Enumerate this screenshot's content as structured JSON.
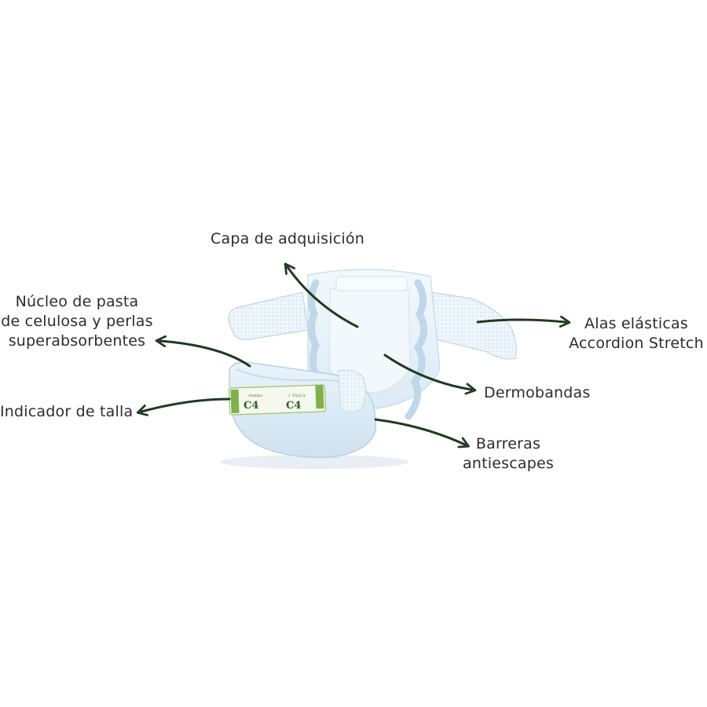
{
  "labels": {
    "capa": [
      "Capa de adquisición"
    ],
    "nucleo": [
      "Núcleo de pasta",
      "de celulosa y perlas",
      "superabsorbentes"
    ],
    "indicador": [
      "Indicador de talla"
    ],
    "alas": [
      "Alas elásticas",
      "Accordion Stretch"
    ],
    "dermobandas": [
      "Dermobandas"
    ],
    "barreras": [
      "Barreras",
      "antiescapes"
    ]
  },
  "size_label": {
    "brand": "chelino",
    "size_mark": "+ TALLA"
  },
  "colors": {
    "arrow": "#1f3a1f",
    "diaper_fill": "#eaf4fb",
    "diaper_shadow": "#c9dfee",
    "diaper_edge": "#b3cfe3",
    "label_text": "#2c2c2c",
    "size_strip": "#7fb24a"
  }
}
